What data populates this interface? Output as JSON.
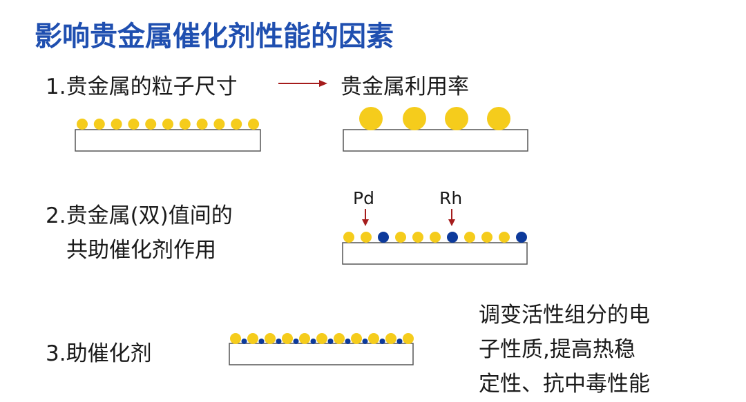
{
  "title": "影响贵金属催化剂性能的因素",
  "factors": [
    {
      "text": "1.贵金属的粒子尺寸",
      "effect": "贵金属利用率"
    },
    {
      "lines": [
        "2.贵金属(双)值间的",
        "共助催化剂作用"
      ],
      "labels": [
        "Pd",
        "Rh"
      ]
    },
    {
      "text": "3.助催化剂",
      "note_lines": [
        "调变活性组分的电",
        "子性质,提高热稳",
        "定性、抗中毒性能"
      ]
    }
  ],
  "colors": {
    "title": "#1f4fb0",
    "gold": "#f5cc1c",
    "blue": "#0d3a9b",
    "arrow": "#a51c1c",
    "outline": "#555555"
  }
}
